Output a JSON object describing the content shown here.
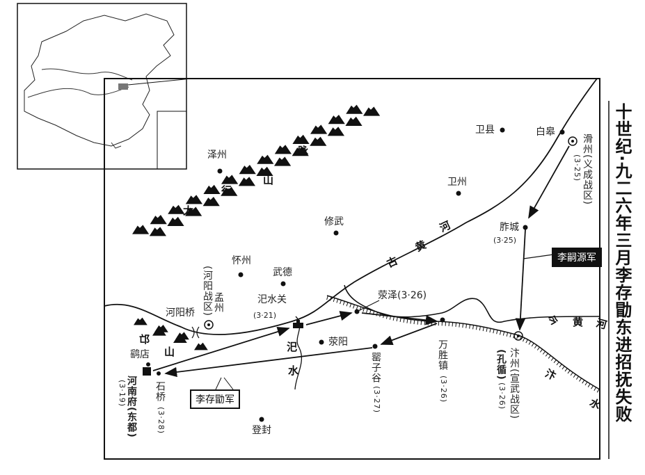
{
  "title": "十世纪·九二六年三月李存勖东进招抚失败",
  "places": {
    "zezhou": "泽州",
    "xiuwu": "修武",
    "weizhou": "卫州",
    "weixian": "卫县",
    "baigao": "白皋",
    "huazhou": "滑州(义成战区)",
    "huazhou_date": "(3·25)",
    "zuocheng": "胙城",
    "zuocheng_date": "(3·25)",
    "huaizhou": "怀州",
    "wude": "武德",
    "heyang_zone": "(河阳战区)",
    "mengzhou": "孟州",
    "heyang_bridge": "河阳桥",
    "sishuiguan": "汜水关",
    "sishuiguan_date": "(3·21)",
    "xingze": "荥泽(3·26)",
    "xingyang": "荥阳",
    "yaodian": "鹞店",
    "henanfu": "河南府(东都)",
    "henanfu_date": "(3·19)",
    "shiqiao": "石桥",
    "shiqiao_date": "(3·28)",
    "dengfeng": "登封",
    "yingzigu": "罂子谷",
    "yingzigu_date": "(3·27)",
    "wanshengzhen": "万胜镇",
    "wanshengzhen_date": "(3·26)",
    "bianzhou": "汴州(宣武战区)",
    "kongxun": "(孔循)",
    "bianzhou_date": "(3·26)"
  },
  "mountains": {
    "taihang": [
      "太",
      "行",
      "山",
      "脉"
    ],
    "mangshan": [
      "邙",
      "山"
    ]
  },
  "rivers": {
    "old_yellow": [
      "古",
      "黄",
      "河"
    ],
    "new_yellow": [
      "今",
      "黄",
      "河"
    ],
    "bian": [
      "汴",
      "水"
    ],
    "si": [
      "汜",
      "水"
    ]
  },
  "armies": {
    "li_cunxu": "李存勖军",
    "li_siyuan": "李嗣源军"
  }
}
